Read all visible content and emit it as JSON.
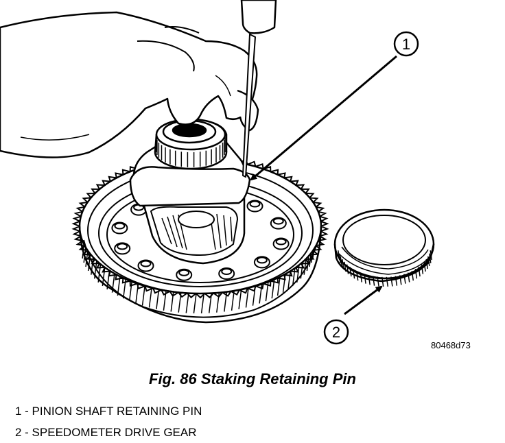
{
  "figure": {
    "code": "80468d73",
    "title": "Fig. 86 Staking Retaining Pin"
  },
  "callouts": [
    {
      "number": "1"
    },
    {
      "number": "2"
    }
  ],
  "legend": [
    {
      "text": "1 - PINION SHAFT RETAINING PIN"
    },
    {
      "text": "2 - SPEEDOMETER DRIVE GEAR"
    }
  ]
}
